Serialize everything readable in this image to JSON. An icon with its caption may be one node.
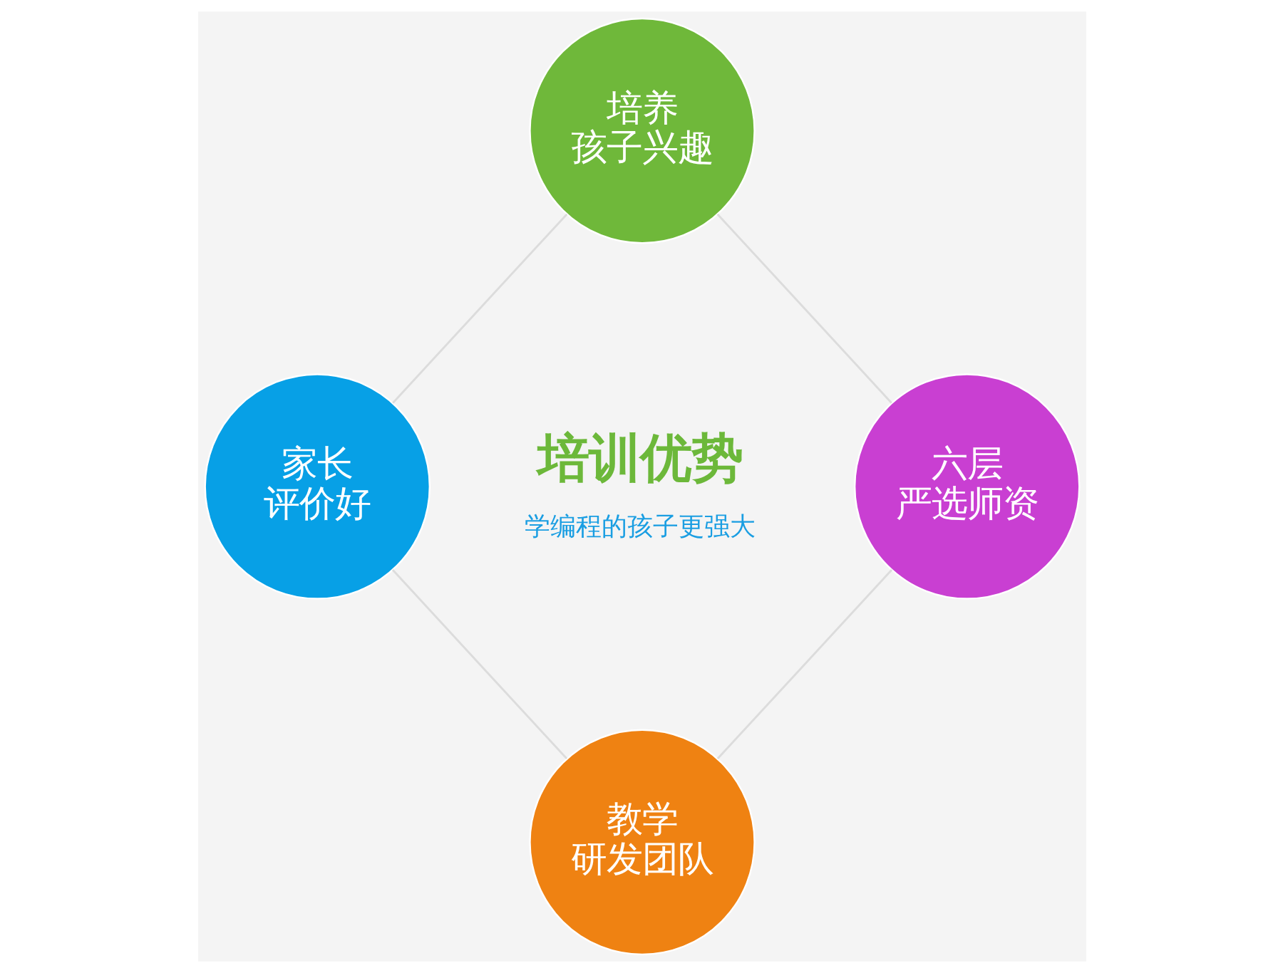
{
  "diagram": {
    "nodes": [
      {
        "text": [
          "培养孩子兴趣"
        ]
      },
      {
        "text": [
          "家长评价好"
        ]
      },
      {
        "text": [
          "六层严选师资"
        ]
      },
      {
        "text": [
          "教学研发团队"
        ]
      }
    ],
    "edges": [
      {
        "from": 0,
        "to": 1,
        "arrow": "none"
      },
      {
        "from": 0,
        "to": 2,
        "arrow": "none"
      },
      {
        "from": 1,
        "to": 3,
        "arrow": "none"
      },
      {
        "from": 2,
        "to": 3,
        "arrow": "none"
      }
    ],
    "labels": [
      "培训优势",
      "学编程的孩子更强大"
    ]
  }
}
